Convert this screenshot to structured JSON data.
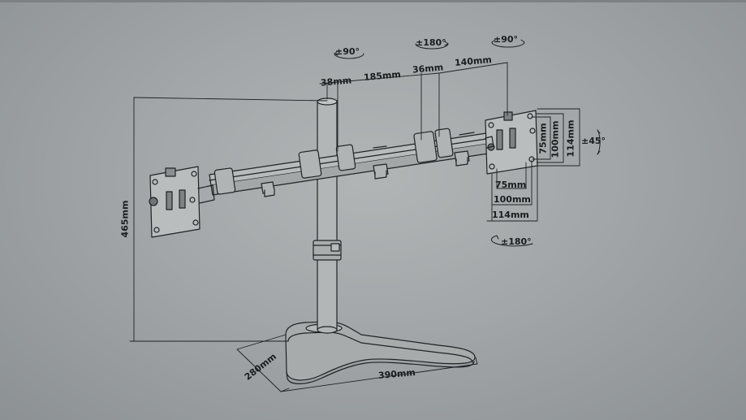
{
  "rotations": {
    "left_arm": "±90°",
    "center": "±180°",
    "right_arm": "±90°",
    "tilt": "±45°",
    "swivel": "±180°"
  },
  "dimensions": {
    "pole_offset": "38mm",
    "arm_segment_1": "185mm",
    "arm_segment_2": "36mm",
    "arm_segment_3": "140mm",
    "height": "465mm",
    "base_depth": "280mm",
    "base_width": "390mm"
  },
  "vesa": {
    "h75": "75mm",
    "h100": "100mm",
    "h114": "114mm",
    "v75": "75mm",
    "v100": "100mm",
    "v114": "114mm"
  }
}
